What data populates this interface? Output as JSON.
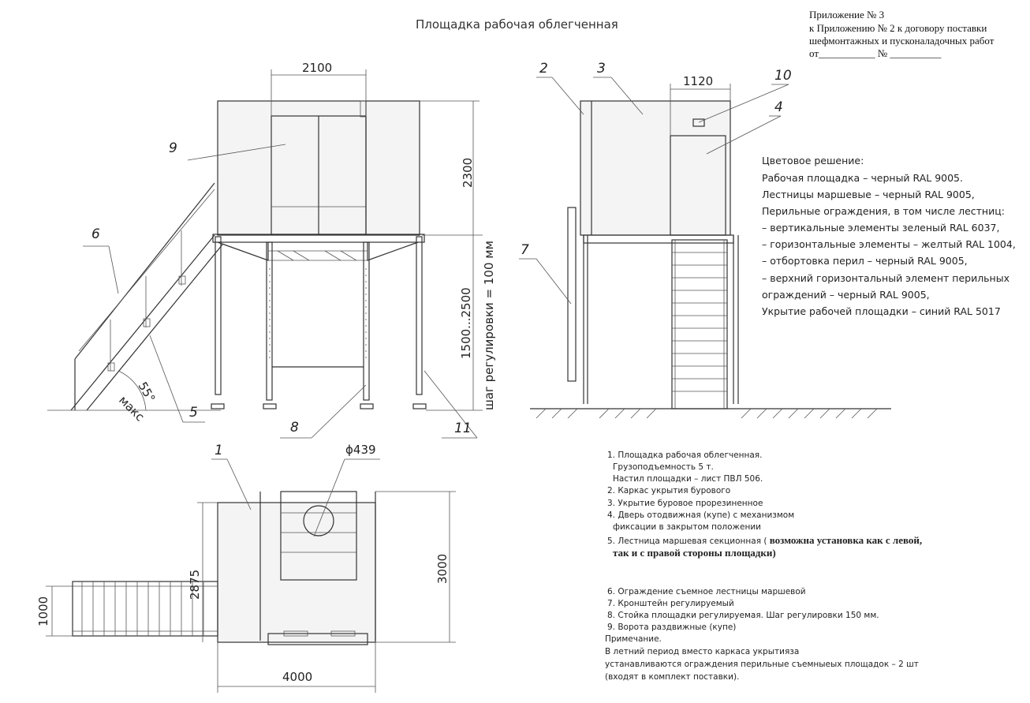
{
  "title": "Площадка рабочая облегченная",
  "appendix": {
    "line1": "Приложение № 3",
    "line2": "к Приложению № 2 к договору поставки",
    "line3": "шефмонтажных и пусконаладочных работ",
    "line4": "от___________ № __________"
  },
  "dimensions": {
    "width_front": "2100",
    "height_top": "2300",
    "height_legs": "1500...2500",
    "step_note": "шаг регулировки = 100 мм",
    "angle": "55°",
    "angle_label": "макс",
    "width_side": "1120",
    "plan_diameter": "ϕ439",
    "plan_depth": "2875",
    "plan_height": "3000",
    "plan_stair_width": "1000",
    "plan_length": "4000"
  },
  "callouts": [
    "1",
    "2",
    "3",
    "4",
    "5",
    "6",
    "7",
    "8",
    "9",
    "10",
    "11"
  ],
  "color_scheme": {
    "heading": "Цветовое решение:",
    "lines": [
      "Рабочая площадка – черный RAL 9005.",
      "Лестницы маршевые – черный RAL 9005,",
      "Перильные ограждения, в том числе лестниц:",
      "– вертикальные элементы зеленый RAL 6037,",
      "– горизонтальные элементы – желтый RAL 1004,",
      "– отбортовка перил – черный RAL 9005,",
      "– верхний горизонтальный элемент перильных",
      "ограждений – черный RAL 9005,",
      "Укрытие рабочей площадки – синий RAL 5017"
    ]
  },
  "notes": {
    "n1_a": "1.   Площадка рабочая облегченная.",
    "n1_b": "Грузоподъемность 5 т.",
    "n1_c": "Настил площадки – лист ПВЛ 506.",
    "n2": "2.   Каркас укрытия бурового",
    "n3": "3.   Укрытие буровое прорезиненное",
    "n4_a": "4.   Дверь отодвижная (купе) с механизмом",
    "n4_b": "фиксации в закрытом положении",
    "n5_a": "5.   Лестница маршевая секционная (",
    "n5_bold_a": " возможна установка как с левой,",
    "n5_bold_b": "так и с правой стороны площадки)",
    "n6": "6.   Ограждение съемное лестницы маршевой",
    "n7": "7.   Кронштейн регулируемый",
    "n8": "8.   Стойка площадки регулируемая. Шаг регулировки 150 мм.",
    "n9": "9.   Ворота раздвижные (купе)",
    "remark_head": "Примечание.",
    "remark_1": "В летний период вместо каркаса укрытияза",
    "remark_2": "устанавливаются ограждения перильные съемныеых площадок – 2 шт",
    "remark_3": "(входят в комплект поставки)."
  }
}
